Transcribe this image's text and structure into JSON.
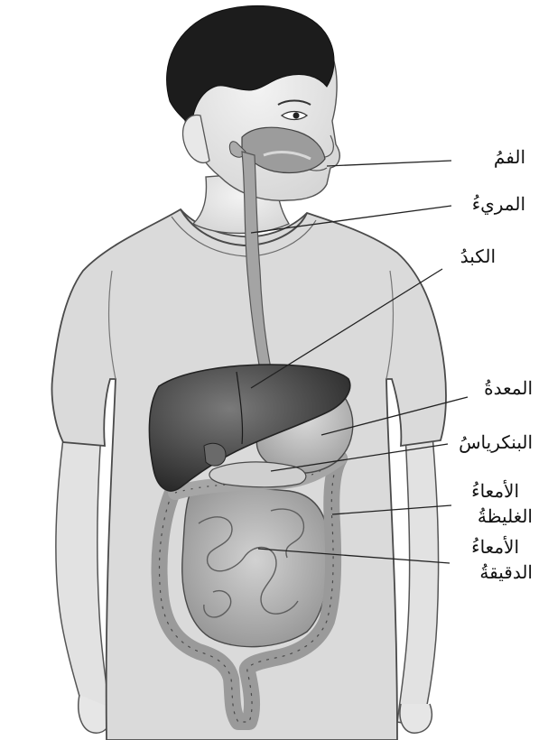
{
  "labels": {
    "mouth": "الفمُ",
    "esophagus": "المريءُ",
    "liver": "الكبدُ",
    "stomach": "المعدةُ",
    "pancreas": "البنكرياسُ",
    "large_intestine_1": "الأمعاءُ",
    "large_intestine_2": "الغليظةُ",
    "small_intestine_1": "الأمعاءُ",
    "small_intestine_2": "الدقيقةُ"
  }
}
